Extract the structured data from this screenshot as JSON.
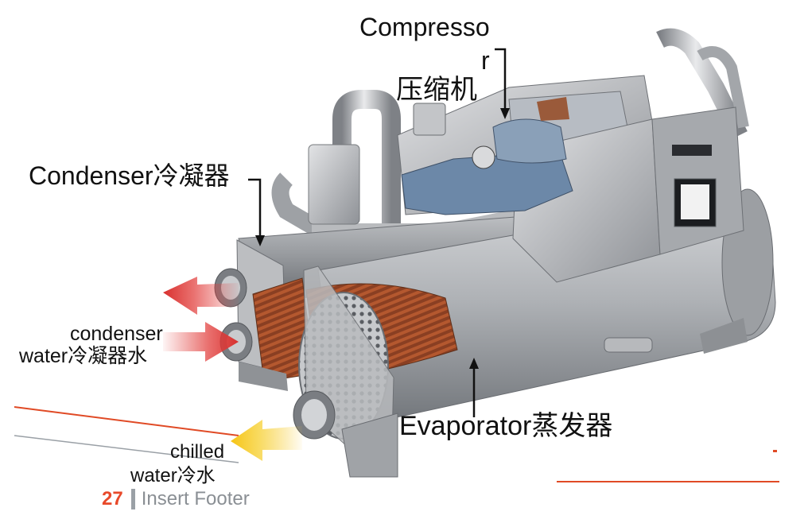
{
  "labels": {
    "compressor_line1": "Compresso",
    "compressor_line2": "r",
    "compressor_line3": "压缩机",
    "condenser": "Condenser冷凝器",
    "condenser_water_line1": "condenser",
    "condenser_water_line2": "water冷凝器水",
    "evaporator": "Evaporator蒸发器",
    "chilled_water_line1": "chilled",
    "chilled_water_line2": "water冷水"
  },
  "footer": {
    "page_number": "27",
    "text": "Insert Footer"
  },
  "colors": {
    "hot_arrow": "#e2403e",
    "cold_arrow": "#f7c92a",
    "footer_accent": "#e8492a",
    "decor_line_red": "#e04a25",
    "tube_copper": "#a64f2b",
    "shell_steel": "#a9acb0"
  }
}
